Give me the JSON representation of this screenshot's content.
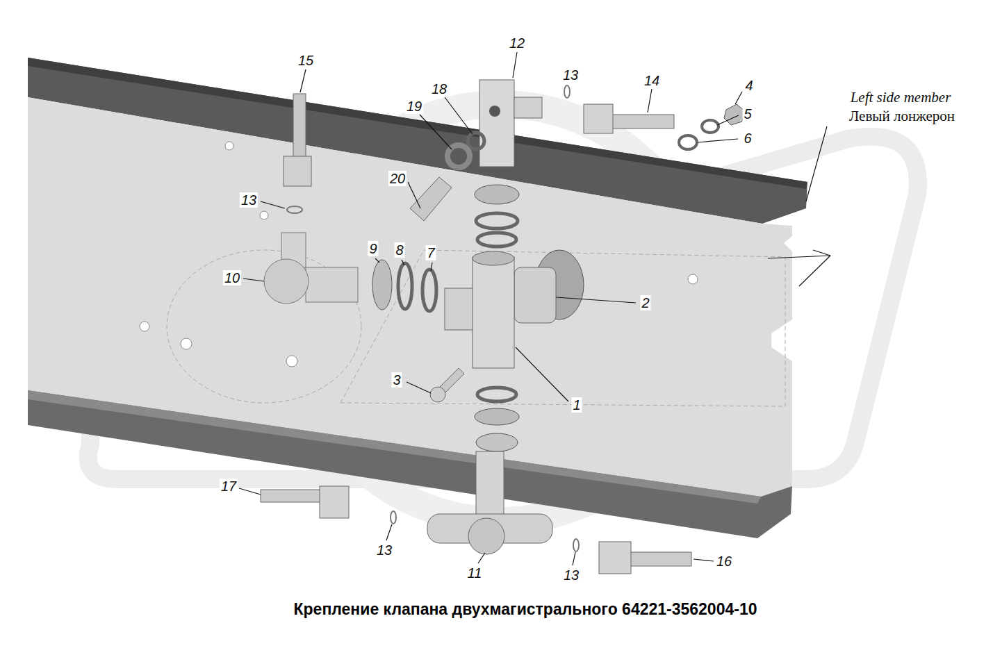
{
  "diagram": {
    "title": "Крепление клапана двухмагистрального 64221-3562004-10",
    "labels": [
      "15",
      "12",
      "13",
      "14",
      "4",
      "5",
      "6",
      "18",
      "19",
      "20",
      "13",
      "10",
      "9",
      "8",
      "7",
      "2",
      "3",
      "1",
      "17",
      "13",
      "11",
      "13",
      "16",
      "Left side member",
      "Левый лонжерон"
    ]
  }
}
